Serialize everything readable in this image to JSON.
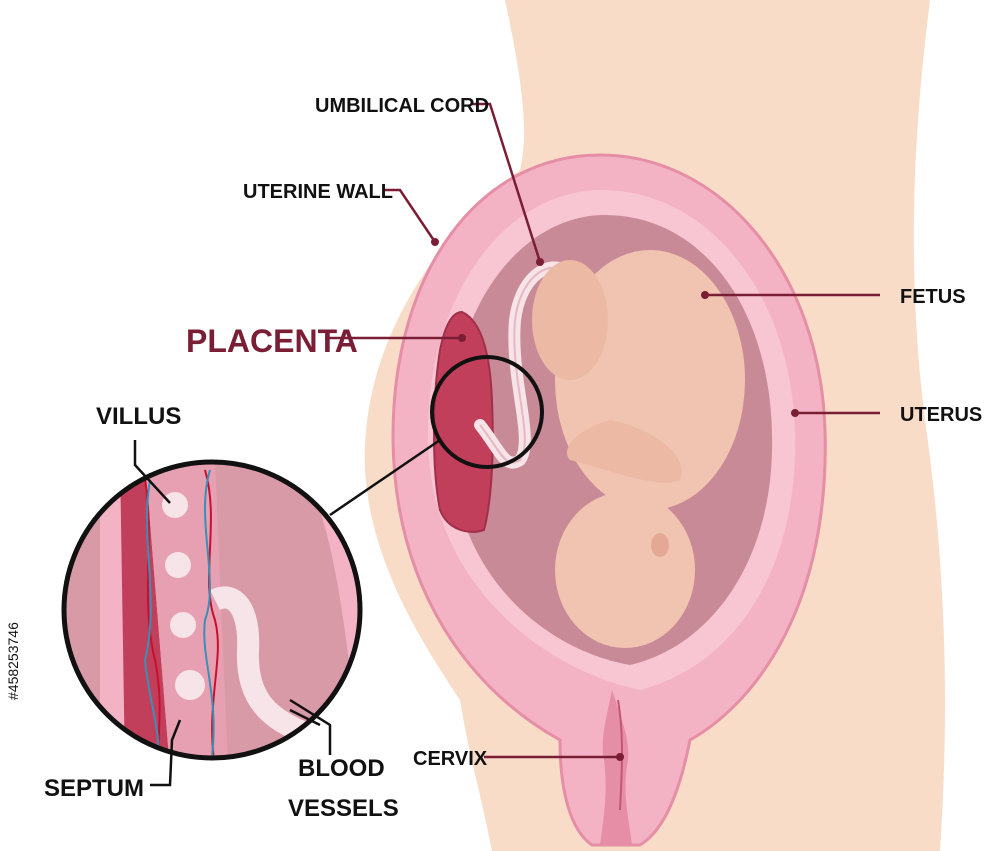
{
  "labels": {
    "umbilical_cord": "UMBILICAL CORD",
    "uterine_wall": "UTERINE WALL",
    "placenta": "PLACENTA",
    "fetus": "FETUS",
    "uterus": "UTERUS",
    "villus": "VILLUS",
    "cervix": "CERVIX",
    "septum": "SEPTUM",
    "blood_vessels_1": "BLOOD",
    "blood_vessels_2": "VESSELS"
  },
  "stock_id": "#458253746",
  "colors": {
    "skin": "#f8dcc8",
    "uterus_outer": "#f4b3c4",
    "uterus_inner": "#c98a98",
    "placenta": "#c23f5c",
    "fetus": "#f0c4b0",
    "label_main": "#7a1e35",
    "artery": "#c8102e",
    "vein": "#3a8fb7"
  }
}
